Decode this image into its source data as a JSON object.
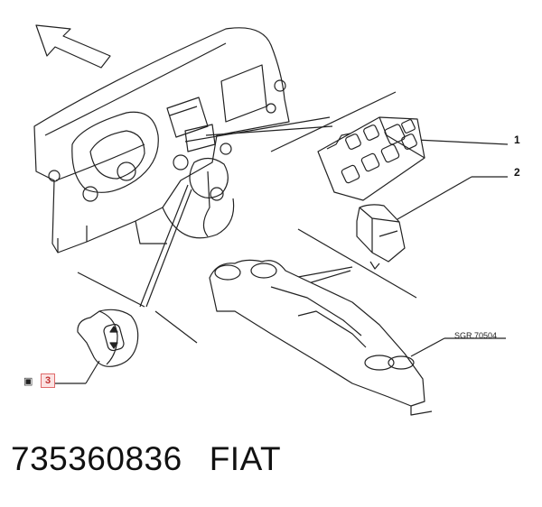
{
  "callouts": [
    {
      "id": "1",
      "label": "1"
    },
    {
      "id": "2",
      "label": "2"
    },
    {
      "id": "3",
      "label": "3"
    }
  ],
  "reference_code": "SGR.70504",
  "footer": {
    "part_number": "735360836",
    "brand": "FIAT"
  },
  "icons": {
    "direction": "arrow-up-left-icon",
    "view": "camera-icon"
  },
  "colors": {
    "line": "#222222",
    "callout_box_border": "#e06a6a",
    "callout_box_fill": "#fbe3e3"
  }
}
